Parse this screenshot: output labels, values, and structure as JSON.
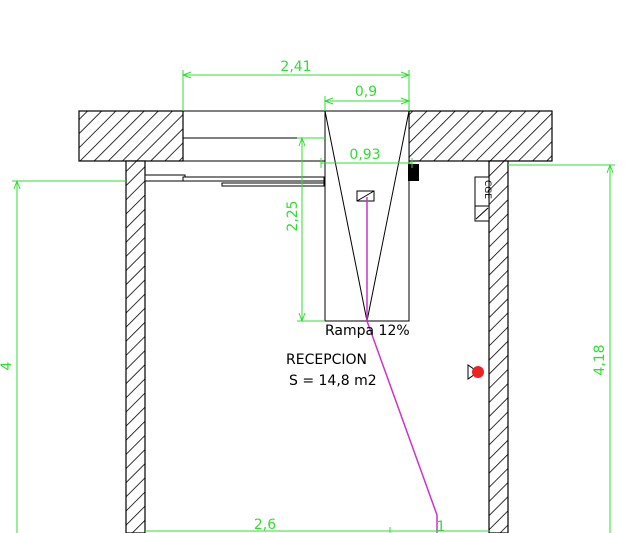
{
  "colors": {
    "dimension": "#33dd33",
    "line": "#000000",
    "path": "#cc33cc",
    "marker": "#ee2222"
  },
  "dimensions": {
    "top_width": "2,41",
    "door_width": "0,9",
    "ramp_width": "0,93",
    "ramp_length": "2,25",
    "right_height": "4,18",
    "left_height": "4",
    "bottom_width": "2,6",
    "bottom_right": "1"
  },
  "labels": {
    "ramp": "Rampa 12%",
    "room_name": "RECEPCION",
    "room_area": "S = 14,8 m2",
    "cge": "CGE"
  },
  "icons": {
    "extinguisher": "fire-extinguisher-icon",
    "panel": "electrical-panel-icon"
  }
}
